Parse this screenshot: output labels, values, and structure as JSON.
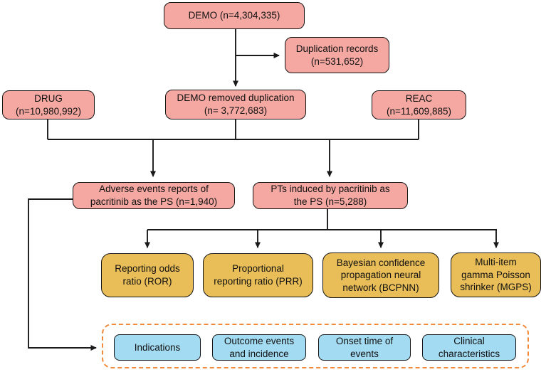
{
  "flowchart": {
    "demo": {
      "line1": "DEMO (n=4,304,335)"
    },
    "duplication": {
      "line1": "Duplication records",
      "line2": "(n=531,652)"
    },
    "drug": {
      "line1": "DRUG",
      "line2": "(n=10,980,992)"
    },
    "demo_dedup": {
      "line1": "DEMO removed duplication",
      "line2": "(n= 3,772,683)"
    },
    "reac": {
      "line1": "REAC",
      "line2": "(n=11,609,885)"
    },
    "adverse_events": {
      "line1": "Adverse events reports of",
      "line2": "pacritinib as the PS (n=1,940)"
    },
    "pts": {
      "line1": "PTs induced by pacritinib as",
      "line2": "the PS (n=5,288)"
    },
    "ror": {
      "line1": "Reporting odds",
      "line2": "ratio (ROR)"
    },
    "prr": {
      "line1": "Proportional",
      "line2": "reporting ratio (PRR)"
    },
    "bcpnn": {
      "line1": "Bayesian confidence",
      "line2": "propagation neural",
      "line3": "network (BCPNN)"
    },
    "mgps": {
      "line1": "Multi-item",
      "line2": "gamma Poisson",
      "line3": "shrinker (MGPS)"
    },
    "indications": {
      "line1": "Indications"
    },
    "outcome": {
      "line1": "Outcome events",
      "line2": "and incidence"
    },
    "onset": {
      "line1": "Onset time of",
      "line2": "events"
    },
    "clinical": {
      "line1": "Clinical",
      "line2": "characteristics"
    }
  },
  "colors": {
    "pink_box": "#F5A8A2",
    "gold_box": "#E9BE58",
    "blue_box": "#A3DBF2",
    "dashed_border": "#F18A3B",
    "connector_line": "#1A1A1A"
  }
}
